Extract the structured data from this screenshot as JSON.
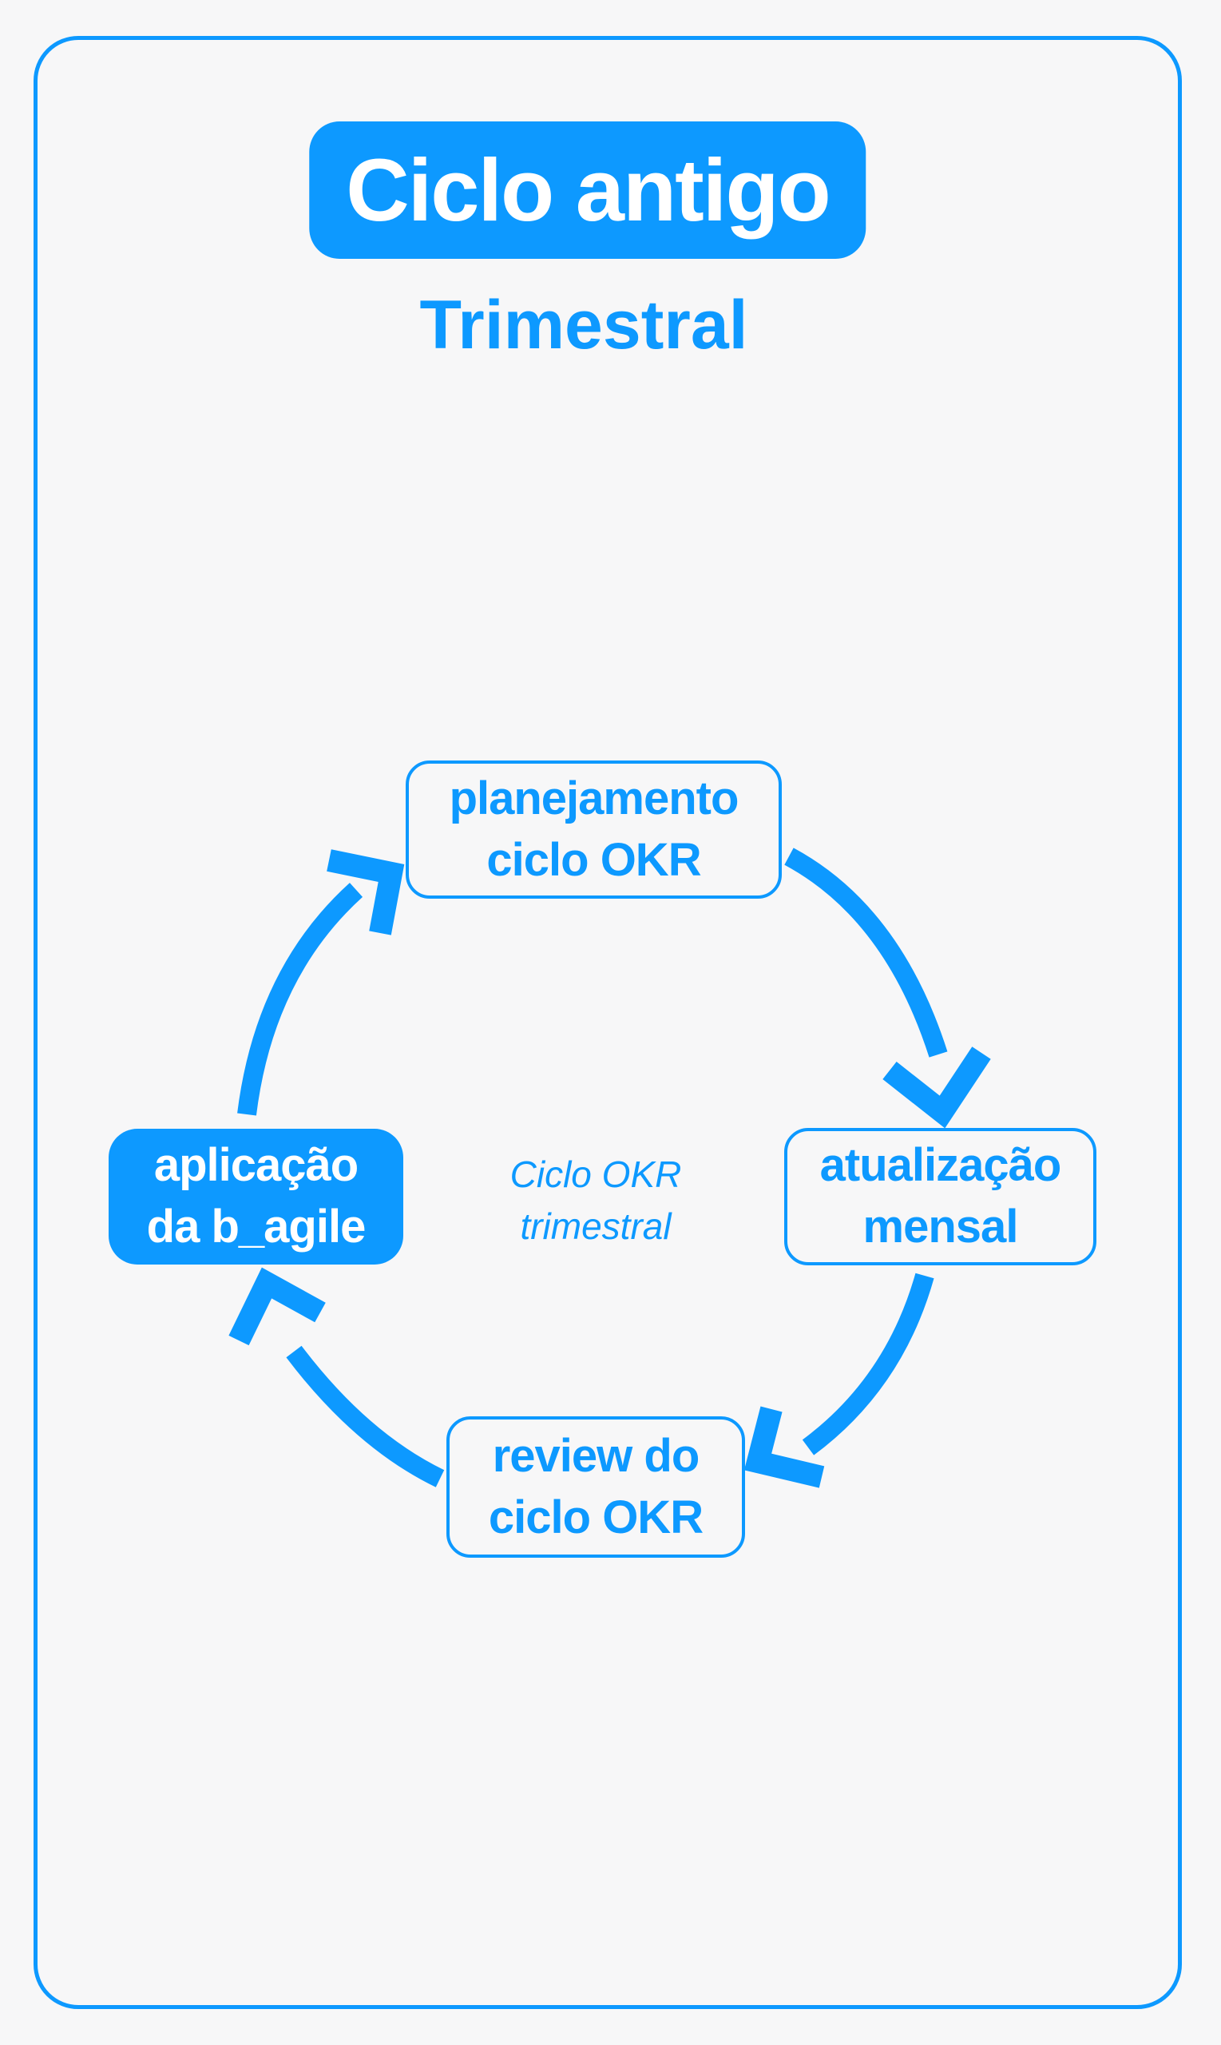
{
  "colors": {
    "accent": "#0d99ff",
    "background": "#f7f7f8",
    "text_on_accent": "#ffffff"
  },
  "header": {
    "title": "Ciclo antigo",
    "subtitle": "Trimestral"
  },
  "diagram": {
    "flow": "clockwise",
    "center_label": {
      "line1": "Ciclo OKR",
      "line2": "trimestral"
    },
    "nodes": [
      {
        "id": "planejamento",
        "line1": "planejamento",
        "line2": "ciclo OKR",
        "style": "outline",
        "position": "top"
      },
      {
        "id": "atualizacao",
        "line1": "atualização",
        "line2": "mensal",
        "style": "outline",
        "position": "right"
      },
      {
        "id": "review",
        "line1": "review do",
        "line2": "ciclo OKR",
        "style": "outline",
        "position": "bottom"
      },
      {
        "id": "aplicacao",
        "line1": "aplicação",
        "line2": "da b_agile",
        "style": "filled",
        "position": "left"
      }
    ],
    "arrows": [
      {
        "from": "planejamento",
        "to": "atualizacao"
      },
      {
        "from": "atualizacao",
        "to": "review"
      },
      {
        "from": "review",
        "to": "aplicacao"
      },
      {
        "from": "aplicacao",
        "to": "planejamento"
      }
    ]
  }
}
